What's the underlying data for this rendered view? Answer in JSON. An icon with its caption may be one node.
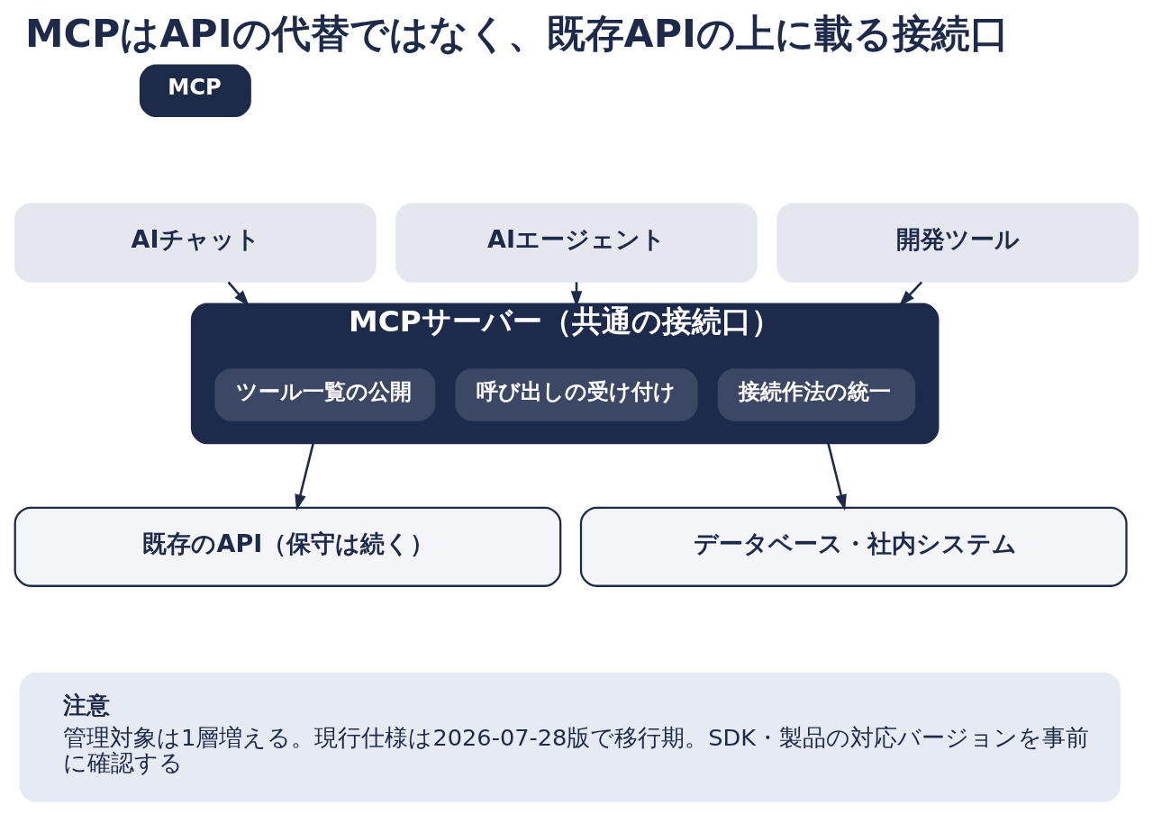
{
  "diagram": {
    "title": "MCPはAPIの代替ではなく、既存APIの上に載る接続口",
    "nodes": [
      {
        "text": [
          "MCP"
        ]
      },
      {
        "text": [
          "AIチャット"
        ]
      },
      {
        "text": [
          "AIエージェント"
        ]
      },
      {
        "text": [
          "開発ツール"
        ]
      },
      {
        "text": [
          "MCPサーバー（共通の接続口）"
        ]
      },
      {
        "text": [
          "ツール一覧の公開"
        ],
        "in": 4
      },
      {
        "text": [
          "呼び出しの受け付け"
        ],
        "in": 4
      },
      {
        "text": [
          "接続作法の統一"
        ],
        "in": 4
      },
      {
        "text": [
          "既存のAPI（保守は続く）"
        ]
      },
      {
        "text": [
          "データベース・社内システム"
        ]
      },
      {
        "text": [
          "注意",
          "管理対象は1層増える。現行仕様は2026-07-28版で移行期。SDK・製品の対応バージョンを事前に確認する"
        ]
      }
    ],
    "edges": [
      {
        "from": 1,
        "to": 4,
        "arrow": "to"
      },
      {
        "from": 2,
        "to": 4,
        "arrow": "to"
      },
      {
        "from": 3,
        "to": 4,
        "arrow": "to"
      },
      {
        "from": 4,
        "to": 8,
        "arrow": "to"
      },
      {
        "from": 4,
        "to": 9,
        "arrow": "to"
      }
    ]
  }
}
